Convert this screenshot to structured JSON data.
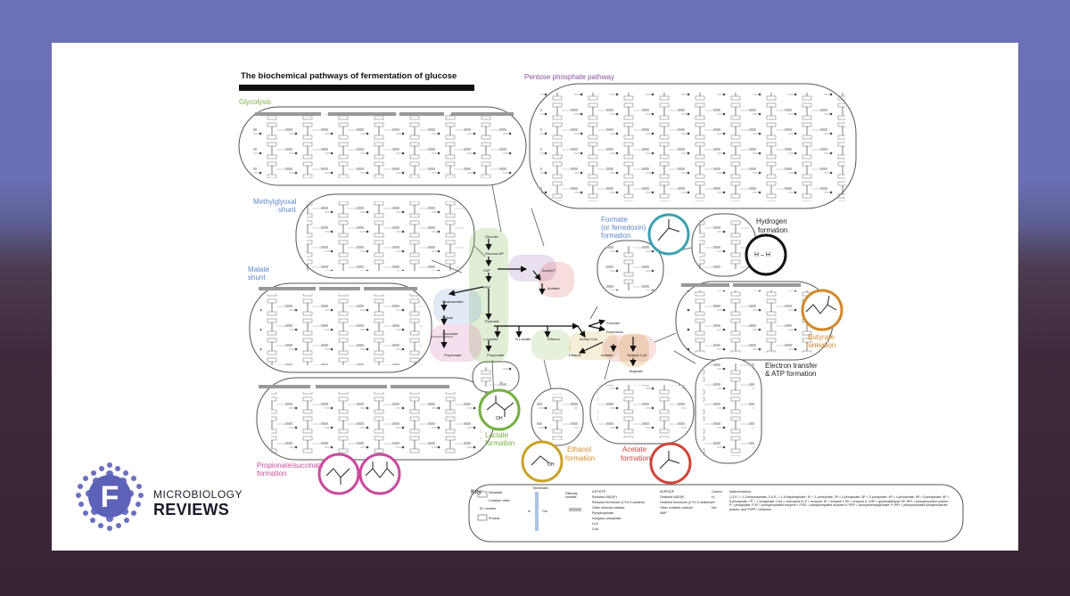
{
  "title": "The biochemical pathways of fermentation of glucose",
  "sections": {
    "glycolysis": "Glycolysis",
    "pentose": "Pentose phosphate pathway",
    "methylglyoxal_l1": "Methylglyoxal",
    "methylglyoxal_l2": "shunt",
    "malate_l1": "Malate",
    "malate_l2": "shunt",
    "propionate_l1": "Propionate/succinate",
    "propionate_l2": "formation",
    "lactate_l1": "Lactate",
    "lactate_l2": "formation",
    "ethanol_l1": "Ethanol",
    "ethanol_l2": "formation",
    "acetate_l1": "Acetate",
    "acetate_l2": "formation",
    "formate_l1": "Formate",
    "formate_l2": "(or ferredoxin)",
    "formate_l3": "formation",
    "hydrogen_l1": "Hydrogen",
    "hydrogen_l2": "formation",
    "butyrate_l1": "Butyrate",
    "butyrate_l2": "formation",
    "electron_l1": "Electron transfer",
    "electron_l2": "& ATP formation",
    "key": "Key"
  },
  "molecules": {
    "hydrogen": "H – H",
    "lactate_oh": "OH",
    "ethanol_oh": "OH"
  },
  "metabolites": {
    "glucose": "Glucose",
    "glucose6p": "Glucose-6P",
    "g3p": "G3P",
    "acetylp": "Acetyl-P",
    "acetate_top": "Acetate",
    "pep": "PEP",
    "oxaloacetate": "Oxaloacetate",
    "malate": "Malate",
    "pyruvate": "Pyruvate",
    "succinate": "Succinate",
    "lactate_l": "L-Lactate",
    "lactate_d": "D-Lactate",
    "ethanol_mid": "Ethanol",
    "acetylcoa": "Acetyl-CoA",
    "formate": "Formate",
    "ferredoxin": "Ferredoxin",
    "propionate": "Propionate",
    "propionate2": "Propionate",
    "ethanol_low": "Ethanol",
    "acetate_low": "Acetate",
    "butyrylcoa": "Butyryl-CoA",
    "butyrate": "Butyrate"
  },
  "key_items": {
    "substrate": "Substrate",
    "cofactor": "Cofactor/ other",
    "ec_number": "EC number",
    "product": "Product",
    "membrane": "Membrane",
    "in": "In",
    "out": "Out",
    "pathway_variants": "Pathway variants",
    "atp": "ATP/GTP",
    "nadh": "Reduced NAD(P)",
    "fd_red": "Reduced ferredoxin (2 Fe-S clusters)",
    "other_red": "Other reduced cofactor",
    "ppi": "Pyrophosphate",
    "pi": "Inorganic phosphate",
    "h2o": "H₂O",
    "coa": "CoA",
    "adp": "ADP/GDP",
    "nad": "Oxidized NAD(P)",
    "fd_ox": "Oxidized ferredoxin (2 Fe-S clusters)",
    "other_ox": "Other oxidized cofactor",
    "amp": "AMP",
    "carbon": "Carbon",
    "h2": "H₂",
    "hplus": "H⁺",
    "na": "Na⁺",
    "abbr_title": "Abbreviations",
    "abbr_text": "1,3-P₂ = 1,3-bisphosphate; 1,6-P₂ = 1,6-bisphosphate; 1P = 1-phosphate; 2P = 2-phosphate; 3P = 3-phosphate; 4P = 4-phosphate; 5P = 5-phosphate; 6P = 6-phosphate; 7P = 7-phosphate; CoA = coenzyme A; E = enzyme; EI = enzyme I; EII = enzyme II; G3P = glyceraldehyde 3P; HPr = phosphocarrier protein; P = phosphate; P-EI = phosphorylated enzyme I; P-EII = phosphorylated enzyme II; PEP = phosphoenolpyruvate; P-HPr = phosphorylated phosphocarrier protein; and THPP = thiamine"
  },
  "logo": {
    "letter": "F",
    "line1": "MICROBIOLOGY",
    "line2": "REVIEWS"
  },
  "colors": {
    "glycolysis": "#76b043",
    "pentose": "#8a4f9e",
    "methylglyoxal": "#5a86c8",
    "propionate": "#c94a9b",
    "ethanol": "#c9a227",
    "acetate": "#d0443a",
    "formate": "#3ea0b0",
    "butyrate": "#d08a2b"
  }
}
